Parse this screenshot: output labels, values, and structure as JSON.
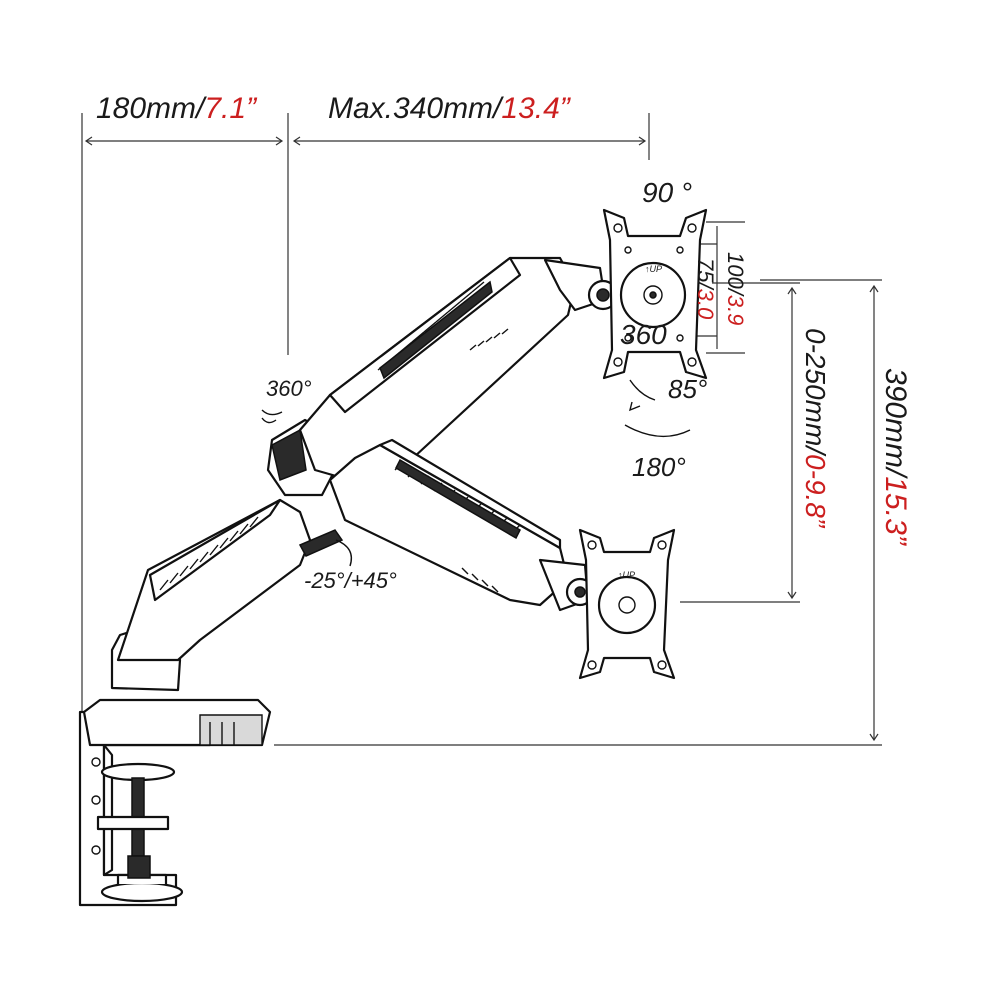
{
  "dimensions": {
    "base_offset": {
      "metric": "180mm/",
      "imperial": "7.1”"
    },
    "max_reach": {
      "metric": "Max.340mm/",
      "imperial": "13.4”"
    },
    "height_range": {
      "metric": "0-250mm/",
      "imperial": "0-9.8”"
    },
    "total_height": {
      "metric": "390mm/",
      "imperial": "15.3”"
    },
    "vesa_100": {
      "metric": "100/",
      "imperial": "3.9"
    },
    "vesa_75": {
      "metric": "75/",
      "imperial": "3.0"
    }
  },
  "angles": {
    "tilt": "90  °",
    "rotate_plate": "360",
    "tilt_side": "85°",
    "swivel": "180°",
    "base_rotate": "360°",
    "elbow": "-25°/+45°"
  },
  "plate_label": "↑UP",
  "colors": {
    "accent": "#cc1f1f",
    "line": "#111111"
  }
}
